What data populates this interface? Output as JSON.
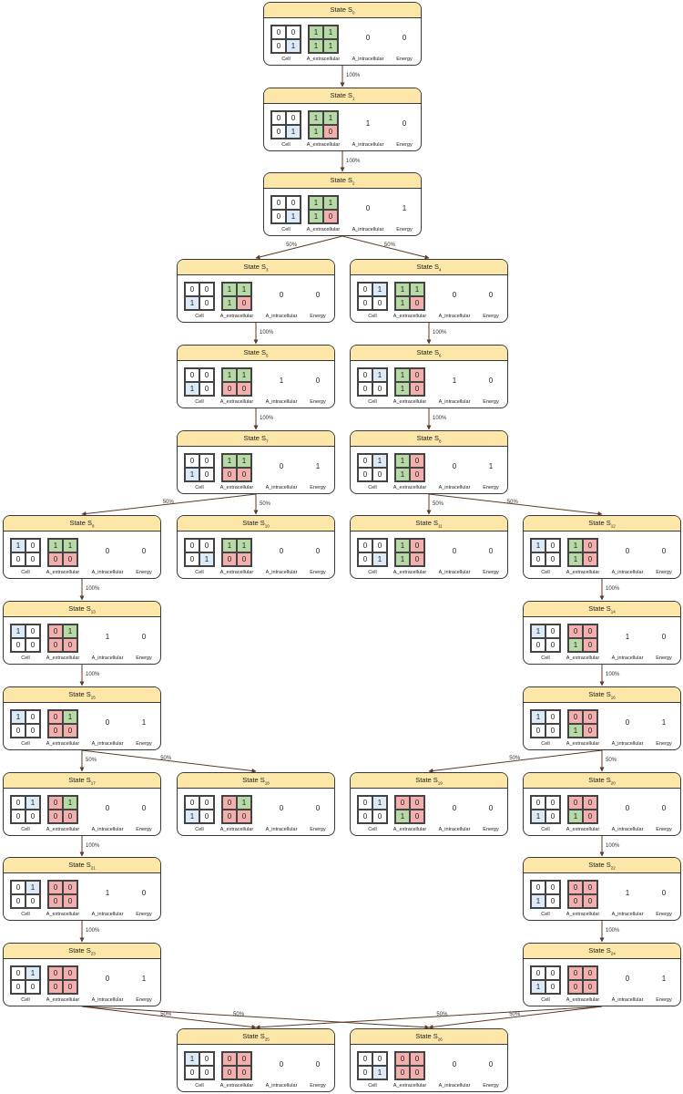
{
  "colors": {
    "header": "#fce7a8",
    "white": "#ffffff",
    "blue": "#dbeaf6",
    "green": "#b7d9a5",
    "red": "#f3aeae",
    "edge": "#5a3a2a"
  },
  "labels": {
    "state_prefix": "State S",
    "cell": "Cell",
    "a_extracellular": "A_extracellular",
    "a_intracellular": "A_intracellular",
    "energy": "Energy"
  },
  "states": [
    {
      "id": "S0",
      "sub": "0",
      "cell": [
        [
          "0",
          "w"
        ],
        [
          "0",
          "w"
        ],
        [
          "0",
          "w"
        ],
        [
          "1",
          "b"
        ]
      ],
      "aex": [
        [
          "1",
          "g"
        ],
        [
          "1",
          "g"
        ],
        [
          "1",
          "g"
        ],
        [
          "1",
          "g"
        ]
      ],
      "ain": "0",
      "energy": "0"
    },
    {
      "id": "S1",
      "sub": "1",
      "cell": [
        [
          "0",
          "w"
        ],
        [
          "0",
          "w"
        ],
        [
          "0",
          "w"
        ],
        [
          "1",
          "b"
        ]
      ],
      "aex": [
        [
          "1",
          "g"
        ],
        [
          "1",
          "g"
        ],
        [
          "1",
          "g"
        ],
        [
          "0",
          "r"
        ]
      ],
      "ain": "1",
      "energy": "0"
    },
    {
      "id": "S2",
      "sub": "2",
      "cell": [
        [
          "0",
          "w"
        ],
        [
          "0",
          "w"
        ],
        [
          "0",
          "w"
        ],
        [
          "1",
          "b"
        ]
      ],
      "aex": [
        [
          "1",
          "g"
        ],
        [
          "1",
          "g"
        ],
        [
          "1",
          "g"
        ],
        [
          "0",
          "r"
        ]
      ],
      "ain": "0",
      "energy": "1"
    },
    {
      "id": "S3",
      "sub": "3",
      "cell": [
        [
          "0",
          "w"
        ],
        [
          "0",
          "w"
        ],
        [
          "1",
          "b"
        ],
        [
          "0",
          "w"
        ]
      ],
      "aex": [
        [
          "1",
          "g"
        ],
        [
          "1",
          "g"
        ],
        [
          "1",
          "g"
        ],
        [
          "0",
          "r"
        ]
      ],
      "ain": "0",
      "energy": "0"
    },
    {
      "id": "S4",
      "sub": "4",
      "cell": [
        [
          "0",
          "w"
        ],
        [
          "1",
          "b"
        ],
        [
          "0",
          "w"
        ],
        [
          "0",
          "w"
        ]
      ],
      "aex": [
        [
          "1",
          "g"
        ],
        [
          "1",
          "g"
        ],
        [
          "1",
          "g"
        ],
        [
          "0",
          "r"
        ]
      ],
      "ain": "0",
      "energy": "0"
    },
    {
      "id": "S5",
      "sub": "5",
      "cell": [
        [
          "0",
          "w"
        ],
        [
          "0",
          "w"
        ],
        [
          "1",
          "b"
        ],
        [
          "0",
          "w"
        ]
      ],
      "aex": [
        [
          "1",
          "g"
        ],
        [
          "1",
          "g"
        ],
        [
          "0",
          "r"
        ],
        [
          "0",
          "r"
        ]
      ],
      "ain": "1",
      "energy": "0"
    },
    {
      "id": "S6",
      "sub": "6",
      "cell": [
        [
          "0",
          "w"
        ],
        [
          "1",
          "b"
        ],
        [
          "0",
          "w"
        ],
        [
          "0",
          "w"
        ]
      ],
      "aex": [
        [
          "1",
          "g"
        ],
        [
          "0",
          "r"
        ],
        [
          "1",
          "g"
        ],
        [
          "0",
          "r"
        ]
      ],
      "ain": "1",
      "energy": "0"
    },
    {
      "id": "S7",
      "sub": "7",
      "cell": [
        [
          "0",
          "w"
        ],
        [
          "0",
          "w"
        ],
        [
          "1",
          "b"
        ],
        [
          "0",
          "w"
        ]
      ],
      "aex": [
        [
          "1",
          "g"
        ],
        [
          "1",
          "g"
        ],
        [
          "0",
          "r"
        ],
        [
          "0",
          "r"
        ]
      ],
      "ain": "0",
      "energy": "1"
    },
    {
      "id": "S8",
      "sub": "8",
      "cell": [
        [
          "0",
          "w"
        ],
        [
          "1",
          "b"
        ],
        [
          "0",
          "w"
        ],
        [
          "0",
          "w"
        ]
      ],
      "aex": [
        [
          "1",
          "g"
        ],
        [
          "0",
          "r"
        ],
        [
          "1",
          "g"
        ],
        [
          "0",
          "r"
        ]
      ],
      "ain": "0",
      "energy": "1"
    },
    {
      "id": "S9",
      "sub": "9",
      "cell": [
        [
          "1",
          "b"
        ],
        [
          "0",
          "w"
        ],
        [
          "0",
          "w"
        ],
        [
          "0",
          "w"
        ]
      ],
      "aex": [
        [
          "1",
          "g"
        ],
        [
          "1",
          "g"
        ],
        [
          "0",
          "r"
        ],
        [
          "0",
          "r"
        ]
      ],
      "ain": "0",
      "energy": "0"
    },
    {
      "id": "S10",
      "sub": "10",
      "cell": [
        [
          "0",
          "w"
        ],
        [
          "0",
          "w"
        ],
        [
          "0",
          "w"
        ],
        [
          "1",
          "b"
        ]
      ],
      "aex": [
        [
          "1",
          "g"
        ],
        [
          "1",
          "g"
        ],
        [
          "0",
          "r"
        ],
        [
          "0",
          "r"
        ]
      ],
      "ain": "0",
      "energy": "0"
    },
    {
      "id": "S11",
      "sub": "11",
      "cell": [
        [
          "0",
          "w"
        ],
        [
          "0",
          "w"
        ],
        [
          "0",
          "w"
        ],
        [
          "1",
          "b"
        ]
      ],
      "aex": [
        [
          "1",
          "g"
        ],
        [
          "0",
          "r"
        ],
        [
          "1",
          "g"
        ],
        [
          "0",
          "r"
        ]
      ],
      "ain": "0",
      "energy": "0"
    },
    {
      "id": "S12",
      "sub": "12",
      "cell": [
        [
          "1",
          "b"
        ],
        [
          "0",
          "w"
        ],
        [
          "0",
          "w"
        ],
        [
          "0",
          "w"
        ]
      ],
      "aex": [
        [
          "1",
          "g"
        ],
        [
          "0",
          "r"
        ],
        [
          "1",
          "g"
        ],
        [
          "0",
          "r"
        ]
      ],
      "ain": "0",
      "energy": "0"
    },
    {
      "id": "S13",
      "sub": "13",
      "cell": [
        [
          "1",
          "b"
        ],
        [
          "0",
          "w"
        ],
        [
          "0",
          "w"
        ],
        [
          "0",
          "w"
        ]
      ],
      "aex": [
        [
          "0",
          "r"
        ],
        [
          "1",
          "g"
        ],
        [
          "0",
          "r"
        ],
        [
          "0",
          "r"
        ]
      ],
      "ain": "1",
      "energy": "0"
    },
    {
      "id": "S14",
      "sub": "14",
      "cell": [
        [
          "1",
          "b"
        ],
        [
          "0",
          "w"
        ],
        [
          "0",
          "w"
        ],
        [
          "0",
          "w"
        ]
      ],
      "aex": [
        [
          "0",
          "r"
        ],
        [
          "0",
          "r"
        ],
        [
          "1",
          "g"
        ],
        [
          "0",
          "r"
        ]
      ],
      "ain": "1",
      "energy": "0"
    },
    {
      "id": "S15",
      "sub": "15",
      "cell": [
        [
          "1",
          "b"
        ],
        [
          "0",
          "w"
        ],
        [
          "0",
          "w"
        ],
        [
          "0",
          "w"
        ]
      ],
      "aex": [
        [
          "0",
          "r"
        ],
        [
          "1",
          "g"
        ],
        [
          "0",
          "r"
        ],
        [
          "0",
          "r"
        ]
      ],
      "ain": "0",
      "energy": "1"
    },
    {
      "id": "S16",
      "sub": "16",
      "cell": [
        [
          "1",
          "b"
        ],
        [
          "0",
          "w"
        ],
        [
          "0",
          "w"
        ],
        [
          "0",
          "w"
        ]
      ],
      "aex": [
        [
          "0",
          "r"
        ],
        [
          "0",
          "r"
        ],
        [
          "1",
          "g"
        ],
        [
          "0",
          "r"
        ]
      ],
      "ain": "0",
      "energy": "1"
    },
    {
      "id": "S17",
      "sub": "17",
      "cell": [
        [
          "0",
          "w"
        ],
        [
          "1",
          "b"
        ],
        [
          "0",
          "w"
        ],
        [
          "0",
          "w"
        ]
      ],
      "aex": [
        [
          "0",
          "r"
        ],
        [
          "1",
          "g"
        ],
        [
          "0",
          "r"
        ],
        [
          "0",
          "r"
        ]
      ],
      "ain": "0",
      "energy": "0"
    },
    {
      "id": "S18",
      "sub": "18",
      "cell": [
        [
          "0",
          "w"
        ],
        [
          "0",
          "w"
        ],
        [
          "1",
          "b"
        ],
        [
          "0",
          "w"
        ]
      ],
      "aex": [
        [
          "0",
          "r"
        ],
        [
          "1",
          "g"
        ],
        [
          "0",
          "r"
        ],
        [
          "0",
          "r"
        ]
      ],
      "ain": "0",
      "energy": "0"
    },
    {
      "id": "S19",
      "sub": "19",
      "cell": [
        [
          "0",
          "w"
        ],
        [
          "1",
          "b"
        ],
        [
          "0",
          "w"
        ],
        [
          "0",
          "w"
        ]
      ],
      "aex": [
        [
          "0",
          "r"
        ],
        [
          "0",
          "r"
        ],
        [
          "1",
          "g"
        ],
        [
          "0",
          "r"
        ]
      ],
      "ain": "0",
      "energy": "0"
    },
    {
      "id": "S20",
      "sub": "20",
      "cell": [
        [
          "0",
          "w"
        ],
        [
          "0",
          "w"
        ],
        [
          "1",
          "b"
        ],
        [
          "0",
          "w"
        ]
      ],
      "aex": [
        [
          "0",
          "r"
        ],
        [
          "0",
          "r"
        ],
        [
          "1",
          "g"
        ],
        [
          "0",
          "r"
        ]
      ],
      "ain": "0",
      "energy": "0"
    },
    {
      "id": "S21",
      "sub": "21",
      "cell": [
        [
          "0",
          "w"
        ],
        [
          "1",
          "b"
        ],
        [
          "0",
          "w"
        ],
        [
          "0",
          "w"
        ]
      ],
      "aex": [
        [
          "0",
          "r"
        ],
        [
          "0",
          "r"
        ],
        [
          "0",
          "r"
        ],
        [
          "0",
          "r"
        ]
      ],
      "ain": "1",
      "energy": "0"
    },
    {
      "id": "S22",
      "sub": "22",
      "cell": [
        [
          "0",
          "w"
        ],
        [
          "0",
          "w"
        ],
        [
          "1",
          "b"
        ],
        [
          "0",
          "w"
        ]
      ],
      "aex": [
        [
          "0",
          "r"
        ],
        [
          "0",
          "r"
        ],
        [
          "0",
          "r"
        ],
        [
          "0",
          "r"
        ]
      ],
      "ain": "1",
      "energy": "0"
    },
    {
      "id": "S23",
      "sub": "23",
      "cell": [
        [
          "0",
          "w"
        ],
        [
          "1",
          "b"
        ],
        [
          "0",
          "w"
        ],
        [
          "0",
          "w"
        ]
      ],
      "aex": [
        [
          "0",
          "r"
        ],
        [
          "0",
          "r"
        ],
        [
          "0",
          "r"
        ],
        [
          "0",
          "r"
        ]
      ],
      "ain": "0",
      "energy": "1"
    },
    {
      "id": "S24",
      "sub": "24",
      "cell": [
        [
          "0",
          "w"
        ],
        [
          "0",
          "w"
        ],
        [
          "1",
          "b"
        ],
        [
          "0",
          "w"
        ]
      ],
      "aex": [
        [
          "0",
          "r"
        ],
        [
          "0",
          "r"
        ],
        [
          "0",
          "r"
        ],
        [
          "0",
          "r"
        ]
      ],
      "ain": "0",
      "energy": "1"
    },
    {
      "id": "S25",
      "sub": "25",
      "cell": [
        [
          "1",
          "b"
        ],
        [
          "0",
          "w"
        ],
        [
          "0",
          "w"
        ],
        [
          "0",
          "w"
        ]
      ],
      "aex": [
        [
          "0",
          "r"
        ],
        [
          "0",
          "r"
        ],
        [
          "0",
          "r"
        ],
        [
          "0",
          "r"
        ]
      ],
      "ain": "0",
      "energy": "0"
    },
    {
      "id": "S26",
      "sub": "26",
      "cell": [
        [
          "0",
          "w"
        ],
        [
          "0",
          "w"
        ],
        [
          "0",
          "w"
        ],
        [
          "1",
          "b"
        ]
      ],
      "aex": [
        [
          "0",
          "r"
        ],
        [
          "0",
          "r"
        ],
        [
          "0",
          "r"
        ],
        [
          "0",
          "r"
        ]
      ],
      "ain": "0",
      "energy": "0"
    }
  ],
  "transitions": [
    {
      "from": "S0",
      "to": "S1",
      "p": "100%"
    },
    {
      "from": "S1",
      "to": "S2",
      "p": "100%"
    },
    {
      "from": "S2",
      "to": "S3",
      "p": "50%"
    },
    {
      "from": "S2",
      "to": "S4",
      "p": "50%"
    },
    {
      "from": "S3",
      "to": "S5",
      "p": "100%"
    },
    {
      "from": "S4",
      "to": "S6",
      "p": "100%"
    },
    {
      "from": "S5",
      "to": "S7",
      "p": "100%"
    },
    {
      "from": "S6",
      "to": "S8",
      "p": "100%"
    },
    {
      "from": "S7",
      "to": "S9",
      "p": "50%"
    },
    {
      "from": "S7",
      "to": "S10",
      "p": "50%"
    },
    {
      "from": "S8",
      "to": "S11",
      "p": "50%"
    },
    {
      "from": "S8",
      "to": "S12",
      "p": "50%"
    },
    {
      "from": "S9",
      "to": "S13",
      "p": "100%"
    },
    {
      "from": "S12",
      "to": "S14",
      "p": "100%"
    },
    {
      "from": "S13",
      "to": "S15",
      "p": "100%"
    },
    {
      "from": "S14",
      "to": "S16",
      "p": "100%"
    },
    {
      "from": "S15",
      "to": "S17",
      "p": "50%"
    },
    {
      "from": "S15",
      "to": "S18",
      "p": "50%"
    },
    {
      "from": "S16",
      "to": "S19",
      "p": "50%"
    },
    {
      "from": "S16",
      "to": "S20",
      "p": "50%"
    },
    {
      "from": "S17",
      "to": "S21",
      "p": "100%"
    },
    {
      "from": "S20",
      "to": "S22",
      "p": "100%"
    },
    {
      "from": "S21",
      "to": "S23",
      "p": "100%"
    },
    {
      "from": "S22",
      "to": "S24",
      "p": "100%"
    },
    {
      "from": "S23",
      "to": "S25",
      "p": "50%"
    },
    {
      "from": "S23",
      "to": "S26",
      "p": "50%"
    },
    {
      "from": "S24",
      "to": "S25",
      "p": "50%"
    },
    {
      "from": "S24",
      "to": "S26",
      "p": "50%"
    }
  ]
}
